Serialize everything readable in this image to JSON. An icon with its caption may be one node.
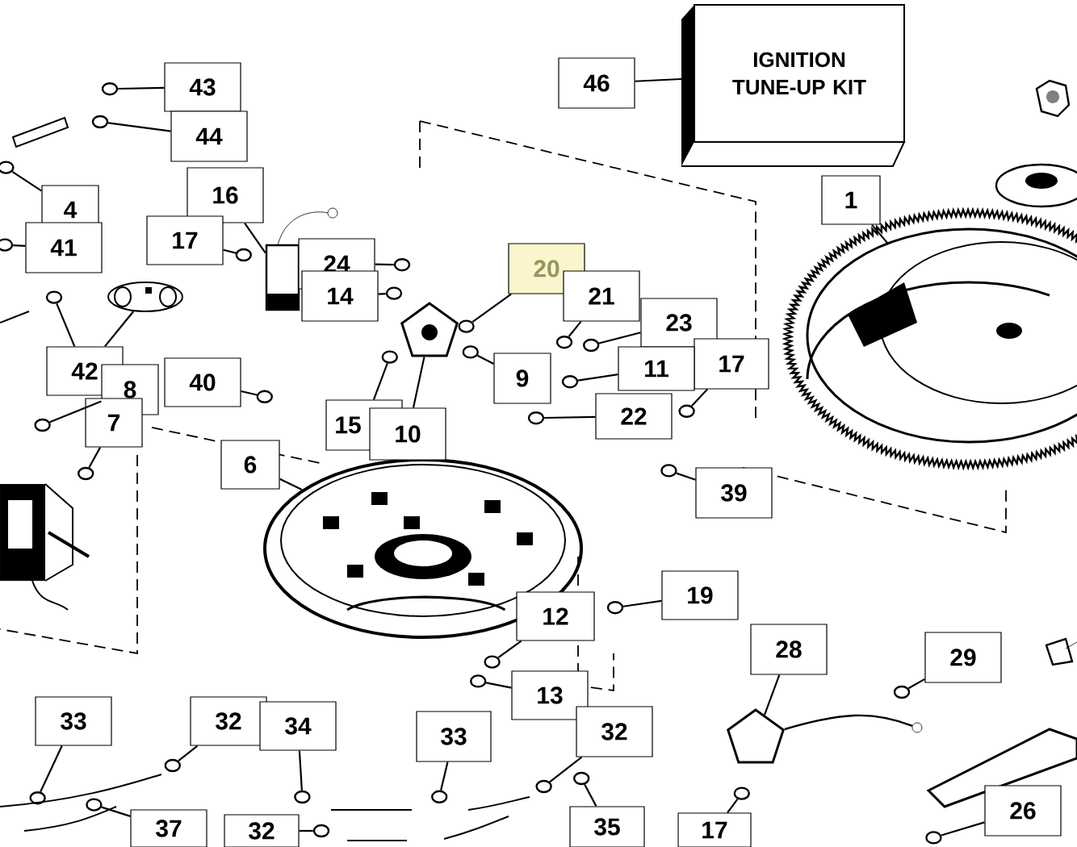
{
  "diagram": {
    "nodes": [
      {
        "text": [
          "IGNITION TUNE-UP KIT"
        ]
      },
      {
        "text": [
          "46"
        ]
      },
      {
        "text": [
          "43"
        ]
      },
      {
        "text": [
          "44"
        ]
      },
      {
        "text": [
          "1"
        ]
      },
      {
        "text": [
          "16"
        ]
      },
      {
        "text": [
          "4"
        ]
      },
      {
        "text": [
          "17"
        ]
      },
      {
        "text": [
          "41"
        ]
      },
      {
        "text": [
          "24"
        ]
      },
      {
        "text": [
          "20"
        ]
      },
      {
        "text": [
          "14"
        ]
      },
      {
        "text": [
          "21"
        ]
      },
      {
        "text": [
          "23"
        ]
      },
      {
        "text": [
          "17"
        ]
      },
      {
        "text": [
          "11"
        ]
      },
      {
        "text": [
          "9"
        ]
      },
      {
        "text": [
          "42"
        ]
      },
      {
        "text": [
          "40"
        ]
      },
      {
        "text": [
          "8"
        ]
      },
      {
        "text": [
          "22"
        ]
      },
      {
        "text": [
          "15"
        ]
      },
      {
        "text": [
          "10"
        ]
      },
      {
        "text": [
          "7"
        ]
      },
      {
        "text": [
          "6"
        ]
      },
      {
        "text": [
          "39"
        ]
      },
      {
        "text": [
          "19"
        ]
      },
      {
        "text": [
          "12"
        ]
      },
      {
        "text": [
          "28"
        ]
      },
      {
        "text": [
          "29"
        ]
      },
      {
        "text": [
          "13"
        ]
      },
      {
        "text": [
          "33"
        ]
      },
      {
        "text": [
          "32"
        ]
      },
      {
        "text": [
          "34"
        ]
      },
      {
        "text": [
          "32"
        ]
      },
      {
        "text": [
          "33"
        ]
      },
      {
        "text": [
          "26"
        ]
      },
      {
        "text": [
          "35"
        ]
      },
      {
        "text": [
          "37"
        ]
      },
      {
        "text": [
          "32"
        ]
      },
      {
        "text": [
          "17"
        ]
      },
      {
        "text": [],
        "shape": "circle"
      },
      {
        "text": [],
        "shape": "circle"
      },
      {
        "text": [],
        "shape": "picture"
      },
      {
        "text": [],
        "shape": "picture"
      },
      {
        "text": [],
        "shape": "circle"
      },
      {
        "text": [],
        "shape": "circle"
      },
      {
        "text": [],
        "shape": "circle"
      },
      {
        "text": [],
        "shape": "circle"
      },
      {
        "text": [],
        "shape": "circle"
      },
      {
        "text": [],
        "shape": "circle"
      },
      {
        "text": [],
        "shape": "circle"
      },
      {
        "text": [],
        "shape": "circle"
      },
      {
        "text": [],
        "shape": "circle"
      },
      {
        "text": [],
        "shape": "circle"
      },
      {
        "text": [],
        "shape": "circle"
      },
      {
        "text": [],
        "shape": "circle"
      },
      {
        "text": [],
        "shape": "picture"
      },
      {
        "text": [],
        "shape": "circle"
      },
      {
        "text": [],
        "shape": "circle"
      },
      {
        "text": [],
        "shape": "circle"
      },
      {
        "text": [],
        "shape": "circle"
      },
      {
        "text": [],
        "shape": "picture"
      },
      {
        "text": [],
        "shape": "circle"
      },
      {
        "text": [],
        "shape": "picture"
      },
      {
        "text": [],
        "shape": "circle"
      },
      {
        "text": [],
        "shape": "circle"
      },
      {
        "text": [],
        "shape": "circle"
      },
      {
        "text": [],
        "shape": "picture"
      },
      {
        "text": [],
        "shape": "circle"
      },
      {
        "text": [],
        "shape": "circle"
      },
      {
        "text": [],
        "shape": "circle"
      },
      {
        "text": [],
        "shape": "circle"
      },
      {
        "text": [],
        "shape": "circle"
      },
      {
        "text": [],
        "shape": "circle"
      },
      {
        "text": [],
        "shape": "circle"
      },
      {
        "text": [],
        "shape": "circle"
      },
      {
        "text": [],
        "shape": "circle"
      },
      {
        "text": [],
        "shape": "circle"
      },
      {
        "text": [],
        "shape": "circle"
      },
      {
        "text": [],
        "shape": "circle"
      }
    ],
    "edges": [
      {
        "from": 1,
        "to": 0,
        "arrow": "none"
      },
      {
        "from": 2,
        "to": 41,
        "arrow": "none"
      },
      {
        "from": 3,
        "to": 42,
        "arrow": "none"
      },
      {
        "from": 4,
        "to": 43,
        "arrow": "none"
      },
      {
        "from": 5,
        "to": 44,
        "arrow": "none"
      },
      {
        "from": 6,
        "to": 45,
        "arrow": "none"
      },
      {
        "from": 7,
        "to": 46,
        "arrow": "none"
      },
      {
        "from": 8,
        "to": 47,
        "arrow": "none"
      },
      {
        "from": 9,
        "to": 48,
        "arrow": "none"
      },
      {
        "from": 10,
        "to": 49,
        "arrow": "none"
      },
      {
        "from": 11,
        "to": 50,
        "arrow": "none"
      },
      {
        "from": 12,
        "to": 51,
        "arrow": "none"
      },
      {
        "from": 13,
        "to": 52,
        "arrow": "none"
      },
      {
        "from": 14,
        "to": 53,
        "arrow": "none"
      },
      {
        "from": 15,
        "to": 54,
        "arrow": "none"
      },
      {
        "from": 16,
        "to": 55,
        "arrow": "none"
      },
      {
        "from": 17,
        "to": 56,
        "arrow": "none"
      },
      {
        "from": 17,
        "to": 57,
        "arrow": "none"
      },
      {
        "from": 18,
        "to": 58,
        "arrow": "none"
      },
      {
        "from": 19,
        "to": 59,
        "arrow": "none"
      },
      {
        "from": 20,
        "to": 60,
        "arrow": "none"
      },
      {
        "from": 21,
        "to": 61,
        "arrow": "none"
      },
      {
        "from": 22,
        "to": 62,
        "arrow": "none"
      },
      {
        "from": 23,
        "to": 63,
        "arrow": "none"
      },
      {
        "from": 24,
        "to": 64,
        "arrow": "none"
      },
      {
        "from": 25,
        "to": 65,
        "arrow": "none"
      },
      {
        "from": 26,
        "to": 66,
        "arrow": "none"
      },
      {
        "from": 27,
        "to": 67,
        "arrow": "none"
      },
      {
        "from": 28,
        "to": 68,
        "arrow": "none"
      },
      {
        "from": 29,
        "to": 69,
        "arrow": "none"
      },
      {
        "from": 30,
        "to": 70,
        "arrow": "none"
      },
      {
        "from": 31,
        "to": 71,
        "arrow": "none"
      },
      {
        "from": 32,
        "to": 72,
        "arrow": "none"
      },
      {
        "from": 33,
        "to": 73,
        "arrow": "none"
      },
      {
        "from": 34,
        "to": 74,
        "arrow": "none"
      },
      {
        "from": 35,
        "to": 75,
        "arrow": "none"
      },
      {
        "from": 36,
        "to": 76,
        "arrow": "none"
      },
      {
        "from": 37,
        "to": 77,
        "arrow": "none"
      },
      {
        "from": 38,
        "to": 78,
        "arrow": "none"
      },
      {
        "from": 39,
        "to": 79,
        "arrow": "none"
      },
      {
        "from": 40,
        "to": 80,
        "arrow": "none"
      }
    ]
  }
}
